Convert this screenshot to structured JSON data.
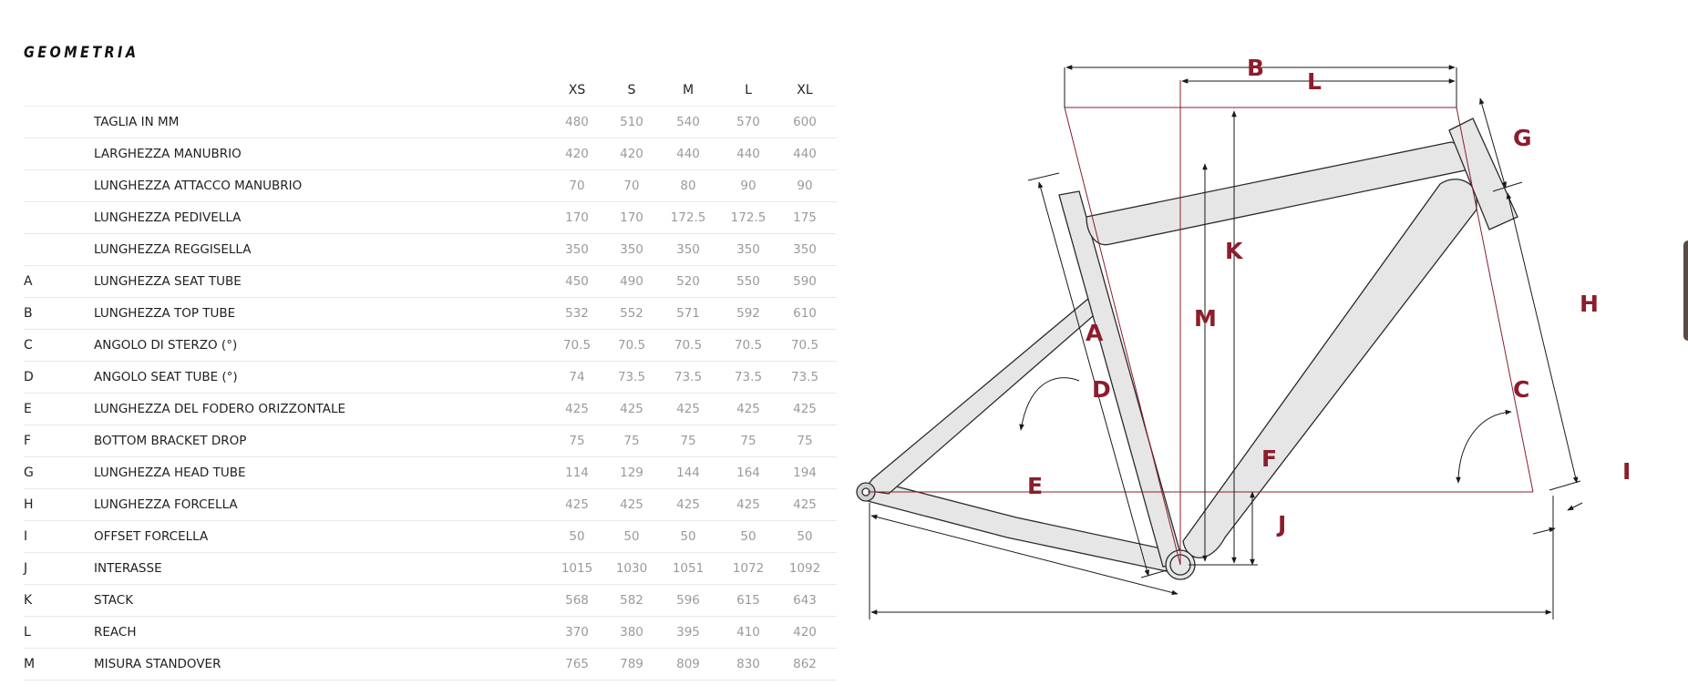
{
  "heading": "GEOMETRIA",
  "sizes": [
    "XS",
    "S",
    "M",
    "L",
    "XL"
  ],
  "rows": [
    {
      "letter": "",
      "label": "TAGLIA IN MM",
      "values": [
        "480",
        "510",
        "540",
        "570",
        "600"
      ]
    },
    {
      "letter": "",
      "label": "LARGHEZZA MANUBRIO",
      "values": [
        "420",
        "420",
        "440",
        "440",
        "440"
      ]
    },
    {
      "letter": "",
      "label": "LUNGHEZZA ATTACCO MANUBRIO",
      "values": [
        "70",
        "70",
        "80",
        "90",
        "90"
      ]
    },
    {
      "letter": "",
      "label": "LUNGHEZZA PEDIVELLA",
      "values": [
        "170",
        "170",
        "172.5",
        "172.5",
        "175"
      ]
    },
    {
      "letter": "",
      "label": "LUNGHEZZA REGGISELLA",
      "values": [
        "350",
        "350",
        "350",
        "350",
        "350"
      ]
    },
    {
      "letter": "A",
      "label": "LUNGHEZZA SEAT TUBE",
      "values": [
        "450",
        "490",
        "520",
        "550",
        "590"
      ]
    },
    {
      "letter": "B",
      "label": "LUNGHEZZA TOP TUBE",
      "values": [
        "532",
        "552",
        "571",
        "592",
        "610"
      ]
    },
    {
      "letter": "C",
      "label": "ANGOLO DI STERZO (°)",
      "values": [
        "70.5",
        "70.5",
        "70.5",
        "70.5",
        "70.5"
      ]
    },
    {
      "letter": "D",
      "label": "ANGOLO SEAT TUBE (°)",
      "values": [
        "74",
        "73.5",
        "73.5",
        "73.5",
        "73.5"
      ]
    },
    {
      "letter": "E",
      "label": "LUNGHEZZA DEL FODERO ORIZZONTALE",
      "values": [
        "425",
        "425",
        "425",
        "425",
        "425"
      ]
    },
    {
      "letter": "F",
      "label": "BOTTOM BRACKET DROP",
      "values": [
        "75",
        "75",
        "75",
        "75",
        "75"
      ]
    },
    {
      "letter": "G",
      "label": "LUNGHEZZA HEAD TUBE",
      "values": [
        "114",
        "129",
        "144",
        "164",
        "194"
      ]
    },
    {
      "letter": "H",
      "label": "LUNGHEZZA FORCELLA",
      "values": [
        "425",
        "425",
        "425",
        "425",
        "425"
      ]
    },
    {
      "letter": "I",
      "label": "OFFSET FORCELLA",
      "values": [
        "50",
        "50",
        "50",
        "50",
        "50"
      ]
    },
    {
      "letter": "J",
      "label": "INTERASSE",
      "values": [
        "1015",
        "1030",
        "1051",
        "1072",
        "1092"
      ]
    },
    {
      "letter": "K",
      "label": "STACK",
      "values": [
        "568",
        "582",
        "596",
        "615",
        "643"
      ]
    },
    {
      "letter": "L",
      "label": "REACH",
      "values": [
        "370",
        "380",
        "395",
        "410",
        "420"
      ]
    },
    {
      "letter": "M",
      "label": "MISURA STANDOVER",
      "values": [
        "765",
        "789",
        "809",
        "830",
        "862"
      ]
    }
  ],
  "diagram": {
    "letters": {
      "A": "A",
      "B": "B",
      "C": "C",
      "D": "D",
      "E": "E",
      "F": "F",
      "G": "G",
      "H": "H",
      "I": "I",
      "J": "J",
      "K": "K",
      "L": "L",
      "M": "M"
    },
    "colors": {
      "accent": "#8b1d2c",
      "frame_fill": "#e6e6e6",
      "line": "#1a1a1a"
    }
  }
}
